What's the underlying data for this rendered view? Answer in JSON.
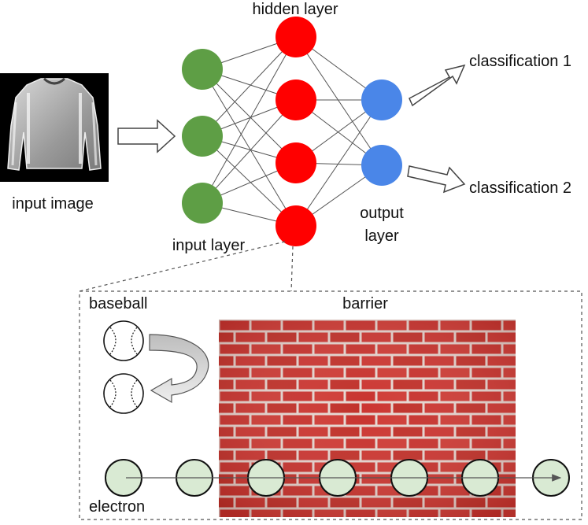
{
  "labels": {
    "input_image": "input image",
    "input_layer": "input layer",
    "hidden_layer": "hidden layer",
    "output_layer_line1": "output",
    "output_layer_line2": "layer",
    "classification_1": "classification 1",
    "classification_2": "classification 2",
    "baseball": "baseball",
    "barrier": "barrier",
    "electron": "electron"
  },
  "network": {
    "input_nodes": 3,
    "hidden_nodes": 4,
    "output_nodes": 2
  },
  "colors": {
    "input_node": "#5e9e45",
    "hidden_node": "#ff0000",
    "output_node": "#4a86e8",
    "electron_fill": "#d9ead3",
    "brick": "#c9342f",
    "mortar": "#e9dcd6",
    "edge": "#555555"
  }
}
